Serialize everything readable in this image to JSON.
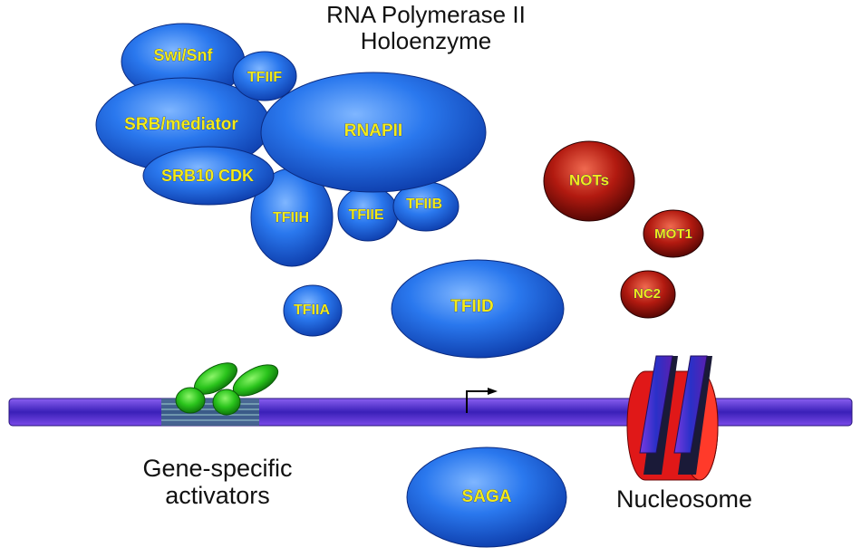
{
  "title": {
    "line1": "RNA Polymerase II",
    "line2": "Holoenzyme"
  },
  "complexes": {
    "swi_snf": "Swi/Snf",
    "tfiif": "TFIIF",
    "srb_mediator": "SRB/mediator",
    "rnapii": "RNAPII",
    "srb10_cdk": "SRB10 CDK",
    "tfiih": "TFIIH",
    "tfiie": "TFIIE",
    "tfiib": "TFIIB",
    "tfiia": "TFIIA",
    "tfiid": "TFIID",
    "saga": "SAGA"
  },
  "repressors": {
    "nots": "NOTs",
    "mot1": "MOT1",
    "nc2": "NC2"
  },
  "labels": {
    "activators_line1": "Gene-specific",
    "activators_line2": "activators",
    "nucleosome": "Nucleosome"
  },
  "colors": {
    "complex_blue": "#1f63e0",
    "repressor_red": "#a8140c",
    "activator_green": "#22c41c",
    "dna_purple": "#5a2bc6",
    "nucleosome_red": "#e01818",
    "label_yellow": "#f2ea1a"
  },
  "icons": {
    "transcription_start": "bent-arrow-icon"
  }
}
